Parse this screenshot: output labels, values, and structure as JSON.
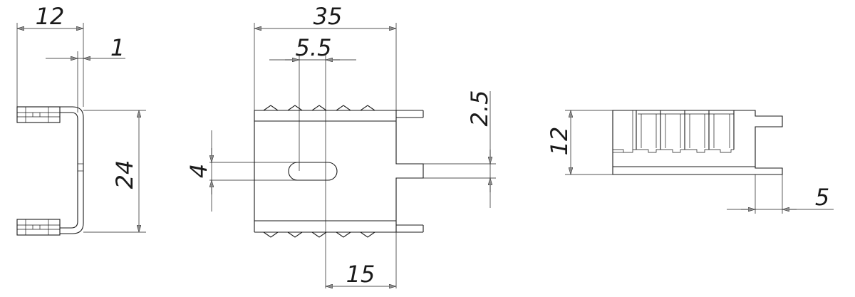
{
  "dimensions": {
    "side_width": "12",
    "side_thickness": "1",
    "side_height": "24",
    "front_width": "35",
    "slot_width": "5.5",
    "slot_height": "4",
    "pin_offset": "15",
    "pin_width": "2.5",
    "end_height": "12",
    "end_pin_length": "5"
  }
}
